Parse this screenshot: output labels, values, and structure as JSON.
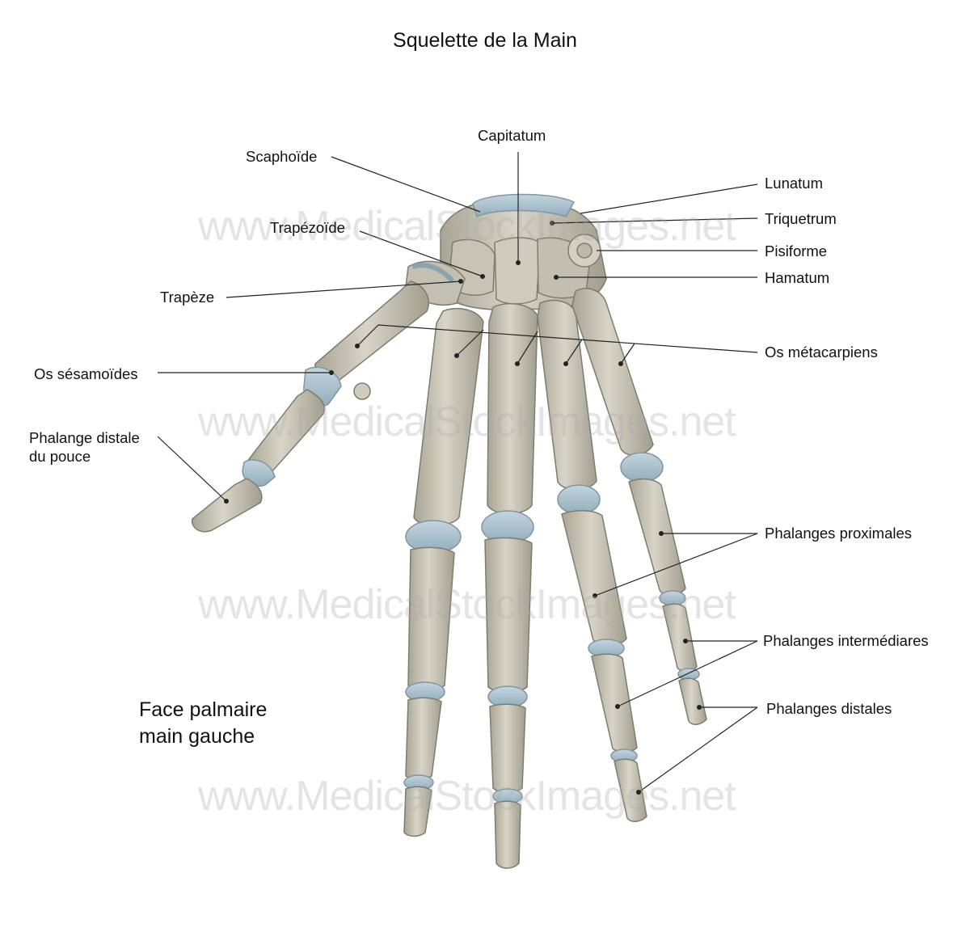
{
  "title": "Squelette de la Main",
  "caption": {
    "line1": "Face palmaire",
    "line2": "main gauche"
  },
  "watermark": "www.MedicalStockImages.net",
  "labels": {
    "capitatum": "Capitatum",
    "scaphoide": "Scaphoïde",
    "lunatum": "Lunatum",
    "triquetrum": "Triquetrum",
    "trapezoide": "Trapézoïde",
    "pisiforme": "Pisiforme",
    "hamatum": "Hamatum",
    "trapeze": "Trapèze",
    "metacarpiens": "Os métacarpiens",
    "sesamoides": "Os sésamoïdes",
    "phalange_distale_pouce_1": "Phalange distale",
    "phalange_distale_pouce_2": "du pouce",
    "phalanges_proximales": "Phalanges proximales",
    "phalanges_intermediaires": "Phalanges intermédiares",
    "phalanges_distales": "Phalanges distales"
  },
  "colors": {
    "bone": "#c9c5b6",
    "bone_shade": "#9e9a8b",
    "cartilage": "#a8bfcc",
    "leader": "#222222"
  }
}
